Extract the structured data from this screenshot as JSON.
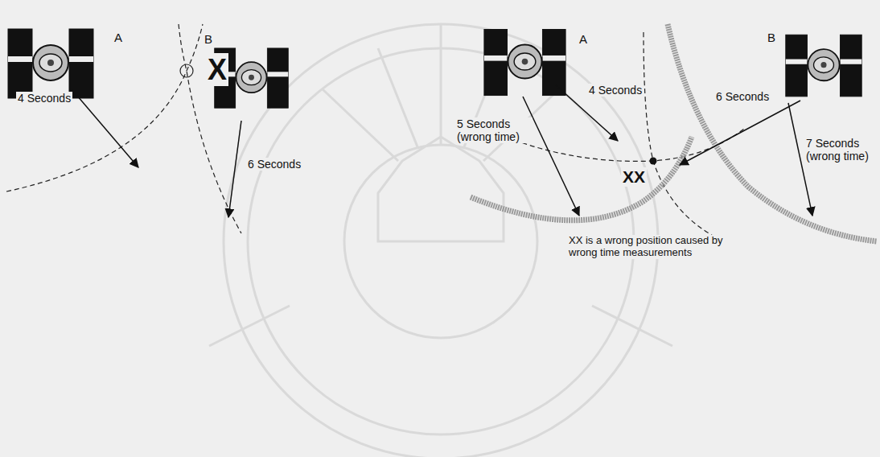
{
  "diagram": {
    "labels": [
      "A",
      "4 Seconds",
      "X",
      "B",
      "6 Seconds",
      "A",
      "4 Seconds",
      "5 Seconds (wrong time)",
      "B",
      "6 Seconds",
      "7 Seconds (wrong time)",
      "XX",
      "XX is a wrong position caused by wrong time measurements"
    ]
  }
}
